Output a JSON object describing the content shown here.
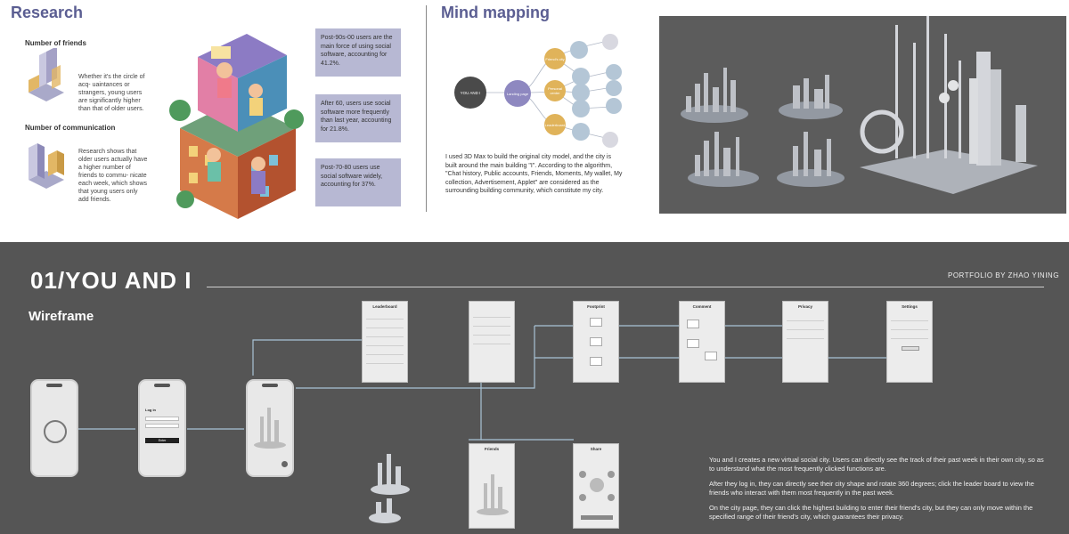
{
  "research": {
    "title": "Research",
    "friends_head": "Number of friends",
    "friends_text": "Whether it's the circle of acq- uaintances or strangers, young users are significantly higher than that of older users.",
    "comm_head": "Number of communication",
    "comm_text": "Research shows that older users actually have a higher number of friends to commu- nicate each week, which shows that young users only add friends.",
    "stats": [
      "Post-90s-00 users are the main force of using social software, accounting for 41.2%.",
      "After 60, users use social software more frequently than last year, accounting for 21.8%.",
      "Post-70-80 users use social software widely, accounting for 37%."
    ]
  },
  "mindmap": {
    "title": "Mind mapping",
    "root": "YOU AND I",
    "landing": "Landing page",
    "branch_a": "Friend's city",
    "branch_b": "Personal center",
    "branch_c": "Leaderboard",
    "text": "I used 3D Max to build the original city model, and the city is built around the main building \"I\". According to the algorithm, \"Chat history, Public accounts, Friends, Moments, My wallet, My collection, Advertisement, Applet\" are considered as the surrounding building community, which constitute my city."
  },
  "colors": {
    "accent": "#5b5e92",
    "stat_bg": "#b7b8d3",
    "mind_gold": "#e0b35a",
    "mind_blue": "#b4c6d6",
    "mind_purple": "#8e88c0",
    "root_dark": "#4a4a4a",
    "bottom_bg": "#555555",
    "model_bg": "#5c5c5c"
  },
  "project": {
    "title": "01/YOU AND I",
    "portfolio": "PORTFOLIO BY ZHAO YINING",
    "wireframe": "Wireframe"
  },
  "screens": {
    "leaderboard": "Leaderboard",
    "footprint": "Footprint",
    "comment": "Comment",
    "privacy": "Privacy",
    "settings": "Settings",
    "friends": "Friends",
    "share": "Share",
    "login_title": "Log in",
    "login_btn": "Enter"
  },
  "description": [
    "You and I creates a new virtual social city. Users can directly see the track of their past week in their own city, so as to understand what the most frequently clicked functions are.",
    "After they log in, they can directly see their city shape and rotate 360 degrees; click the leader board to view the friends who interact with them most frequently in the past week.",
    "On the city page, they can click the highest building to enter their friend's city, but they can only move within the specified range of their friend's city, which guarantees their privacy."
  ]
}
